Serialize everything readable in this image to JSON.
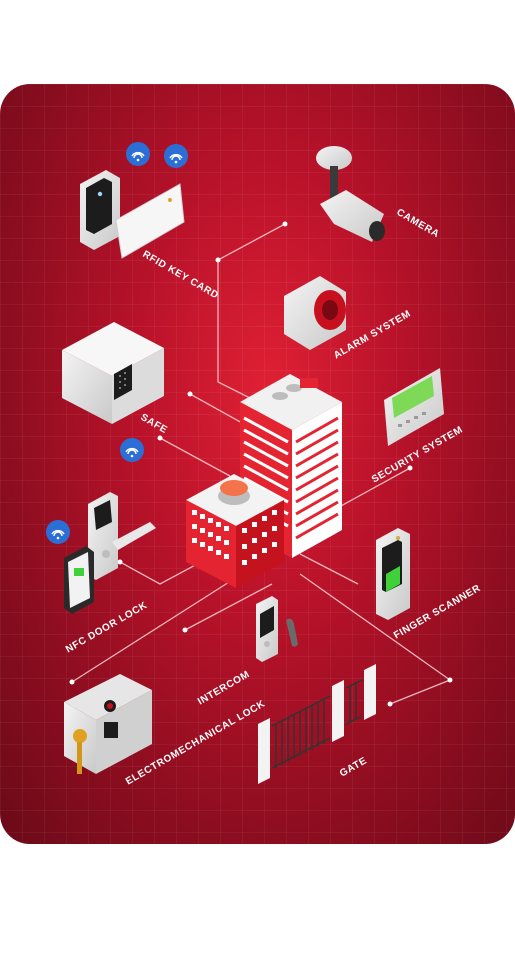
{
  "colors": {
    "background": "#b8122a",
    "accent_green": "#3fd13a",
    "signal_blue": "#2b6fd6",
    "building_red": "#e42430"
  },
  "labels": {
    "rfid_key_card": "RFID KEY CARD",
    "camera": "CAMERA",
    "alarm_system": "ALARM SYSTEM",
    "safe": "SAFE",
    "security_system": "SECURITY SYSTEM",
    "nfc_door_lock": "NFC DOOR LOCK",
    "finger_scanner": "FINGER SCANNER",
    "intercom": "INTERCOM",
    "electromechanical_lock": "ELECTROMECHANICAL LOCK",
    "gate": "GATE"
  },
  "icons": [
    "wifi-icon",
    "rfid-reader-icon",
    "key-card-icon",
    "camera-icon",
    "alarm-siren-icon",
    "safe-icon",
    "security-panel-icon",
    "nfc-lock-icon",
    "smartphone-icon",
    "finger-scanner-icon",
    "intercom-icon",
    "electromechanical-lock-icon",
    "key-icon",
    "gate-icon",
    "building-icon"
  ]
}
